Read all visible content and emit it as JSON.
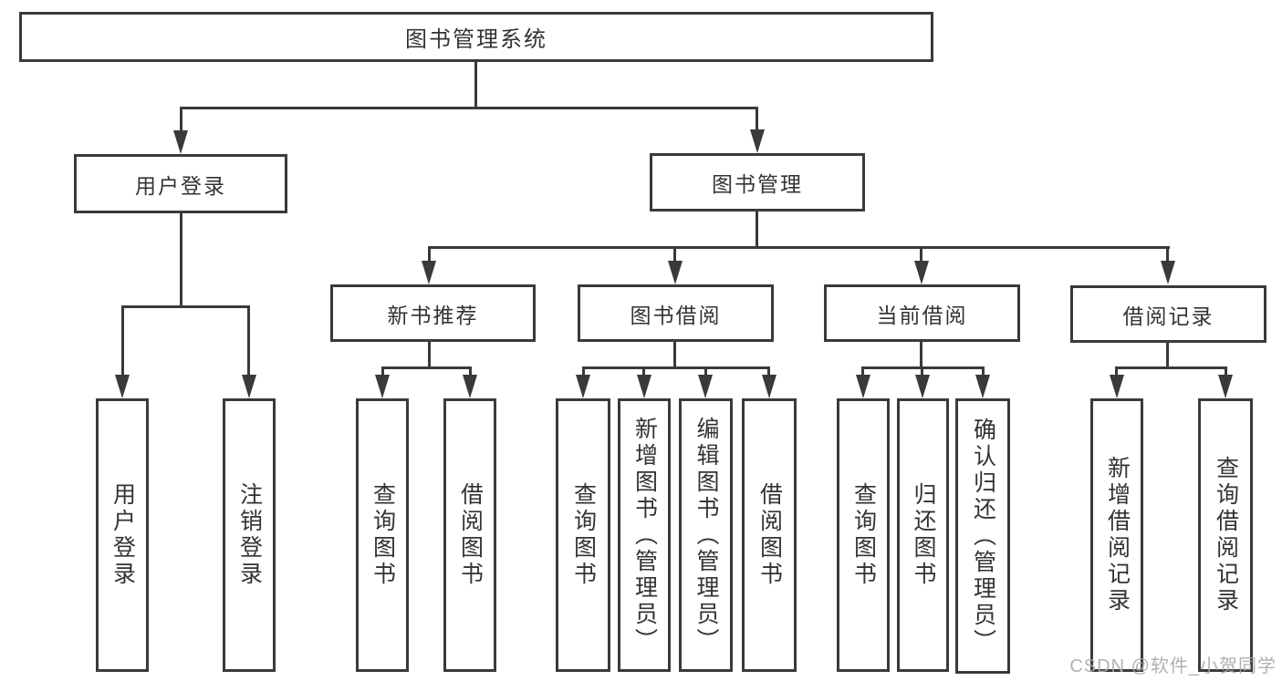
{
  "diagram": {
    "type": "hierarchy-tree",
    "colors": {
      "line": "#3a3a3a",
      "text": "#333333",
      "background": "#ffffff",
      "watermark": "#a8a8a8"
    },
    "root": {
      "label": "图书管理系统"
    },
    "branches": [
      {
        "label": "用户登录",
        "children": [
          {
            "label": "用户登录"
          },
          {
            "label": "注销登录"
          }
        ]
      },
      {
        "label": "图书管理",
        "children": [
          {
            "label": "新书推荐",
            "children": [
              {
                "label": "查询图书"
              },
              {
                "label": "借阅图书"
              }
            ]
          },
          {
            "label": "图书借阅",
            "children": [
              {
                "label": "查询图书"
              },
              {
                "label": "新增图书（管理员）"
              },
              {
                "label": "编辑图书（管理员）"
              },
              {
                "label": "借阅图书"
              }
            ]
          },
          {
            "label": "当前借阅",
            "children": [
              {
                "label": "查询图书"
              },
              {
                "label": "归还图书"
              },
              {
                "label": "确认归还（管理员）"
              }
            ]
          },
          {
            "label": "借阅记录",
            "children": [
              {
                "label": "新增借阅记录"
              },
              {
                "label": "查询借阅记录"
              }
            ]
          }
        ]
      }
    ]
  },
  "watermark": {
    "text": "CSDN @软件_小贺同学"
  }
}
